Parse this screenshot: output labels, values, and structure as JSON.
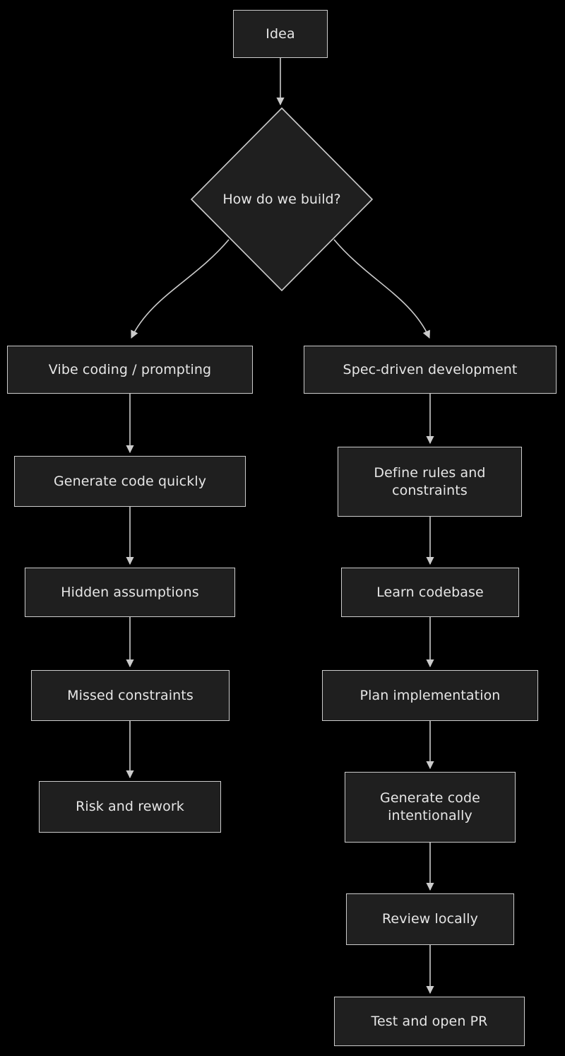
{
  "diagram": {
    "type": "flowchart",
    "title": "How do we build?",
    "direction": "top-down",
    "background_color": "#000000",
    "node_fill_color": "#1f1f1f",
    "node_border_color": "#cccccc",
    "text_color": "#e6e6e6",
    "edge_color": "#cccccc"
  },
  "nodes": {
    "idea": {
      "label": "Idea",
      "shape": "rect"
    },
    "decision": {
      "label": "How do we build?",
      "shape": "diamond"
    },
    "vibe_coding": {
      "label": "Vibe coding / prompting",
      "shape": "rect"
    },
    "generate_quickly": {
      "label": "Generate code quickly",
      "shape": "rect"
    },
    "hidden_assumptions": {
      "label": "Hidden assumptions",
      "shape": "rect"
    },
    "missed_constraints": {
      "label": "Missed constraints",
      "shape": "rect"
    },
    "risk_rework": {
      "label": "Risk and rework",
      "shape": "rect"
    },
    "spec_driven": {
      "label": "Spec-driven development",
      "shape": "rect"
    },
    "define_rules": {
      "label": "Define rules and\nconstraints",
      "shape": "rect"
    },
    "learn_codebase": {
      "label": "Learn codebase",
      "shape": "rect"
    },
    "plan_implementation": {
      "label": "Plan implementation",
      "shape": "rect"
    },
    "generate_intentionally": {
      "label": "Generate code\nintentionally",
      "shape": "rect"
    },
    "review_locally": {
      "label": "Review locally",
      "shape": "rect"
    },
    "test_open_pr": {
      "label": "Test and open PR",
      "shape": "rect"
    }
  },
  "edges": [
    {
      "from": "idea",
      "to": "decision",
      "label": ""
    },
    {
      "from": "decision",
      "to": "vibe_coding",
      "label": ""
    },
    {
      "from": "decision",
      "to": "spec_driven",
      "label": ""
    },
    {
      "from": "vibe_coding",
      "to": "generate_quickly",
      "label": ""
    },
    {
      "from": "generate_quickly",
      "to": "hidden_assumptions",
      "label": ""
    },
    {
      "from": "hidden_assumptions",
      "to": "missed_constraints",
      "label": ""
    },
    {
      "from": "missed_constraints",
      "to": "risk_rework",
      "label": ""
    },
    {
      "from": "spec_driven",
      "to": "define_rules",
      "label": ""
    },
    {
      "from": "define_rules",
      "to": "learn_codebase",
      "label": ""
    },
    {
      "from": "learn_codebase",
      "to": "plan_implementation",
      "label": ""
    },
    {
      "from": "plan_implementation",
      "to": "generate_intentionally",
      "label": ""
    },
    {
      "from": "generate_intentionally",
      "to": "review_locally",
      "label": ""
    },
    {
      "from": "review_locally",
      "to": "test_open_pr",
      "label": ""
    }
  ]
}
